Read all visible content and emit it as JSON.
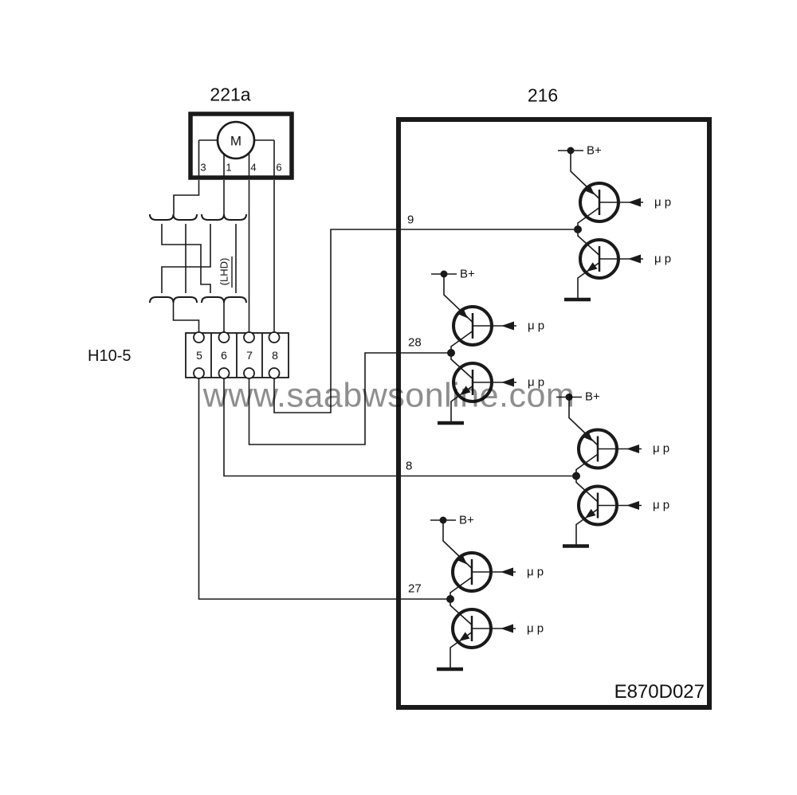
{
  "diagram": {
    "motor_unit": {
      "label": "221a",
      "motor_symbol": "M",
      "pins": [
        "3",
        "1",
        "4",
        "6"
      ]
    },
    "variant_note": {
      "label": "(LHD)"
    },
    "connector": {
      "label": "H10-5",
      "pins": [
        "5",
        "6",
        "7",
        "8"
      ]
    },
    "control_module": {
      "label": "216",
      "drawing_code": "E870D027",
      "wire_numbers": [
        "9",
        "28",
        "8",
        "27"
      ],
      "supply_label": "B+",
      "micro_label": "μ p"
    },
    "watermark": "www.saabwsonline.com",
    "colors": {
      "line": "#1a1a1a",
      "watermark": "#8e8e8e",
      "background": "#ffffff"
    }
  }
}
